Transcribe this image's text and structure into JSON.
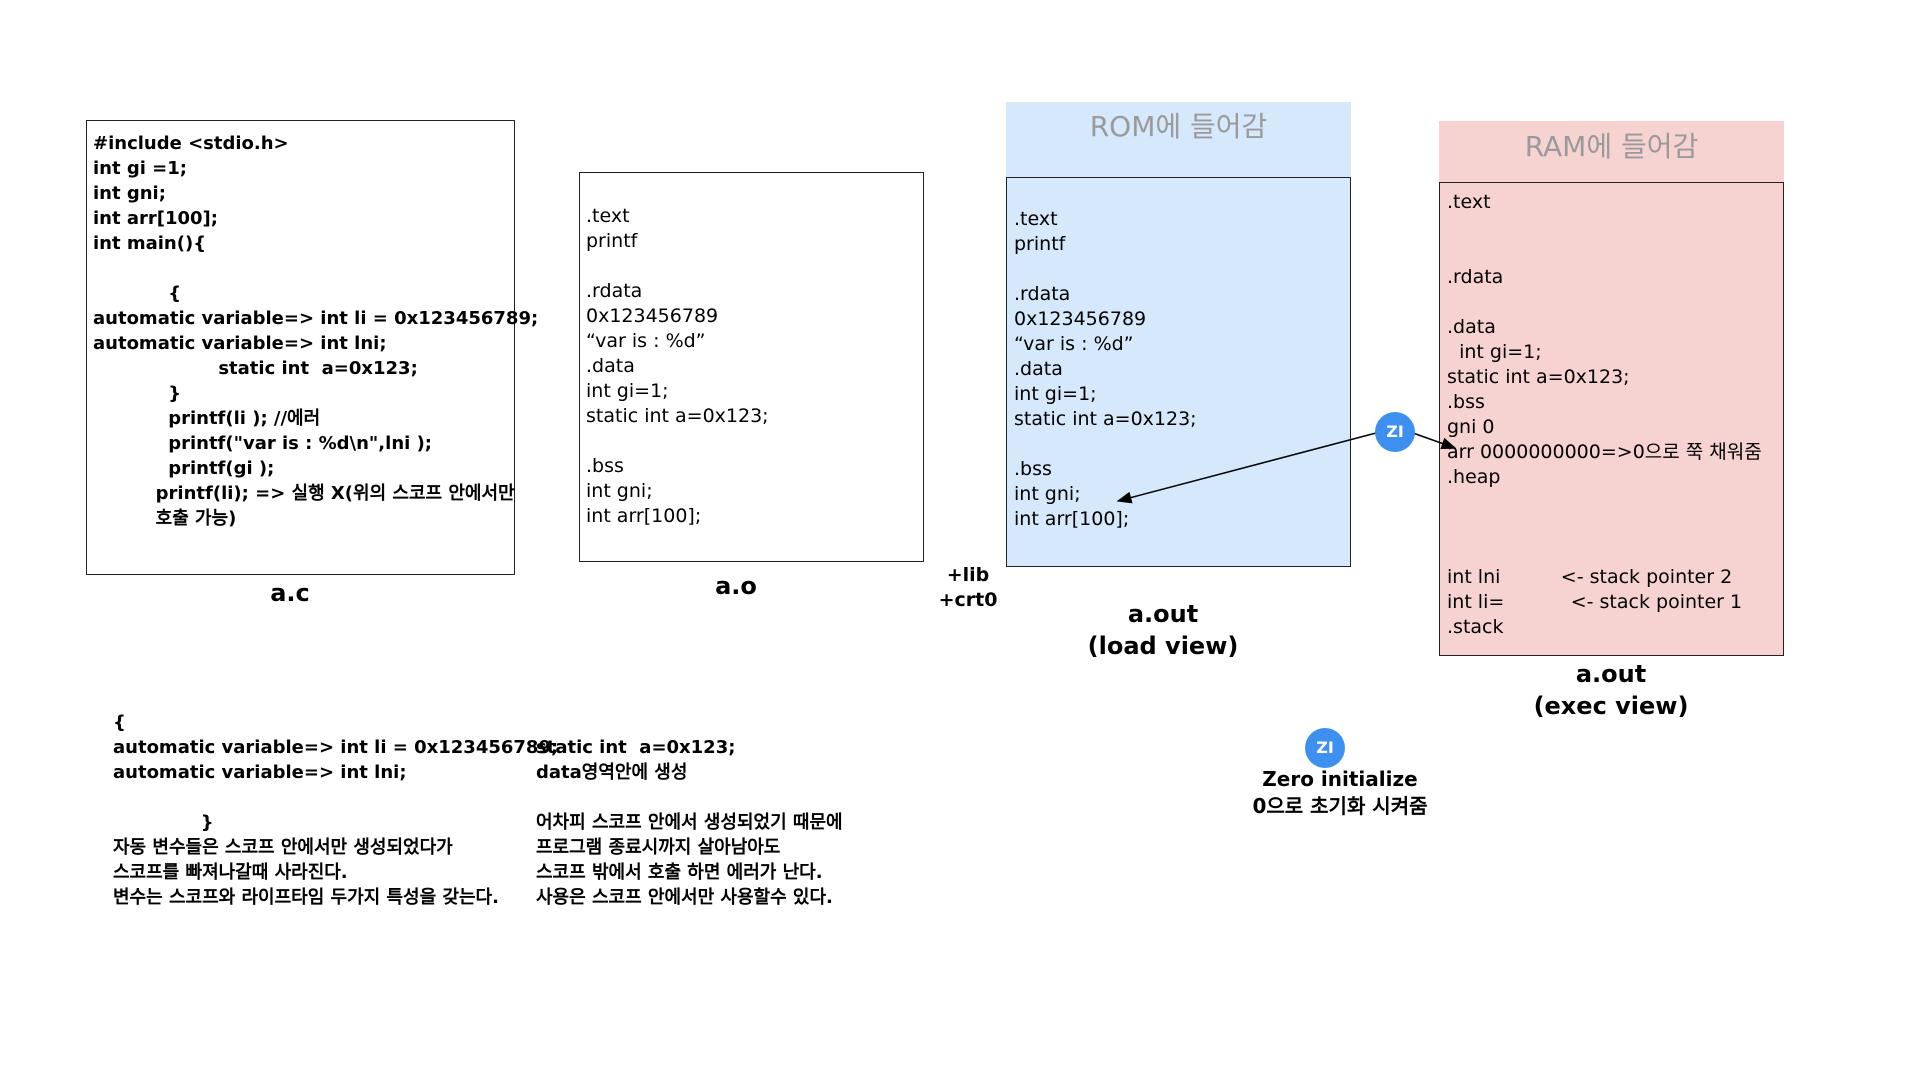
{
  "source_box": {
    "caption": "a.c",
    "lines": [
      "#include <stdio.h>",
      "int gi =1;",
      "int gni;",
      "int arr[100];",
      "int main(){",
      "",
      "            {",
      "automatic variable=> int li = 0x123456789;",
      "automatic variable=> int lni;",
      "                    static int  a=0x123;",
      "            }",
      "            printf(li ); //에러",
      "            printf(\"var is : %d\\n\",lni );",
      "            printf(gi );",
      "          printf(li); => 실행 X(위의 스코프 안에서만",
      "          호출 가능)"
    ]
  },
  "object_box": {
    "caption": "a.o",
    "lines": [
      ".text",
      "printf",
      "",
      ".rdata",
      "0x123456789",
      "“var is : %d”",
      ".data",
      "int gi=1;",
      "static int a=0x123;",
      "",
      ".bss",
      "int gni;",
      "int arr[100];"
    ]
  },
  "link_label": {
    "line1": "+lib",
    "line2": "+crt0"
  },
  "load_view": {
    "header": "ROM에 들어감",
    "caption_line1": "a.out",
    "caption_line2": "(load view)",
    "lines": [
      ".text",
      "printf",
      "",
      ".rdata",
      "0x123456789",
      "“var is : %d”",
      ".data",
      "int gi=1;",
      "static int a=0x123;",
      "",
      ".bss",
      "int gni;",
      "int arr[100];"
    ],
    "color": "#d6e8fb"
  },
  "exec_view": {
    "header": "RAM에 들어감",
    "caption_line1": "a.out",
    "caption_line2": "(exec view)",
    "lines": [
      ".text",
      "",
      "",
      ".rdata",
      "",
      ".data",
      "  int gi=1;",
      "static int a=0x123;",
      ".bss",
      "gni 0",
      "arr 0000000000=>0으로 쭉 채워줌",
      ".heap",
      "",
      "",
      "",
      "int lni          <- stack pointer 2",
      "int li=           <- stack pointer 1",
      ".stack"
    ],
    "color": "#f6d3d1"
  },
  "zi_badge": {
    "label": "ZI",
    "color": "#3d8ff0"
  },
  "zi_legend": {
    "badge": "ZI",
    "line1": "Zero initialize",
    "line2": "0으로 초기화 시켜줌"
  },
  "notes_left": {
    "lines": [
      "{",
      "automatic variable=> int li = 0x123456789;",
      "automatic variable=> int lni;",
      "",
      "              }",
      "자동 변수들은 스코프 안에서만 생성되었다가",
      "스코프를 빠져나갈때 사라진다.",
      "변수는 스코프와 라이프타임 두가지 특성을 갖는다."
    ]
  },
  "notes_right": {
    "lines": [
      "static int  a=0x123;",
      "data영역안에 생성",
      "",
      "어차피 스코프 안에서 생성되었기 때문에",
      "프로그램 종료시까지 살아남아도",
      "스코프 밖에서 호출 하면 에러가 난다.",
      "사용은 스코프 안에서만 사용할수 있다."
    ]
  }
}
